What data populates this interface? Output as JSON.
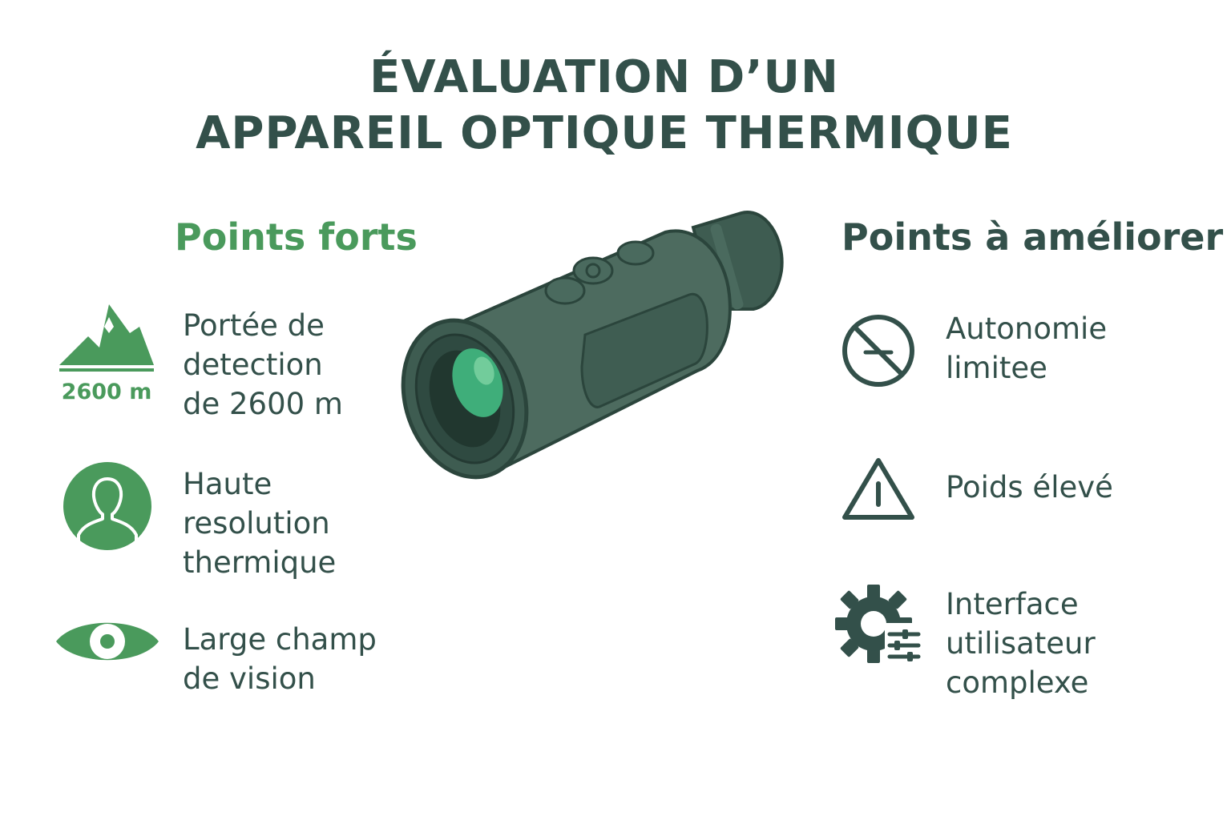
{
  "title": {
    "line1": "ÉVALUATION D’UN",
    "line2": "APPAREIL OPTIQUE THERMIQUE"
  },
  "strengths": {
    "heading": "Points forts",
    "items": [
      {
        "icon": "mountain-icon",
        "icon_label": "2600 m",
        "text": "Portée de\ndetection\nde 2600 m"
      },
      {
        "icon": "person-icon",
        "text": "Haute\nresolution\nthermique"
      },
      {
        "icon": "eye-icon",
        "text": "Large champ\nde vision"
      }
    ]
  },
  "weaknesses": {
    "heading": "Points à améliorer",
    "items": [
      {
        "icon": "no-battery-icon",
        "text": "Autonomie\nlimitee"
      },
      {
        "icon": "warning-icon",
        "text": "Poids élevé"
      },
      {
        "icon": "gear-settings-icon",
        "text": "Interface\nutilisateur\ncomplexe"
      }
    ]
  },
  "colors": {
    "accent_green": "#4a9a5c",
    "dark_green": "#33504a",
    "lens_green": "#3fae7a"
  }
}
